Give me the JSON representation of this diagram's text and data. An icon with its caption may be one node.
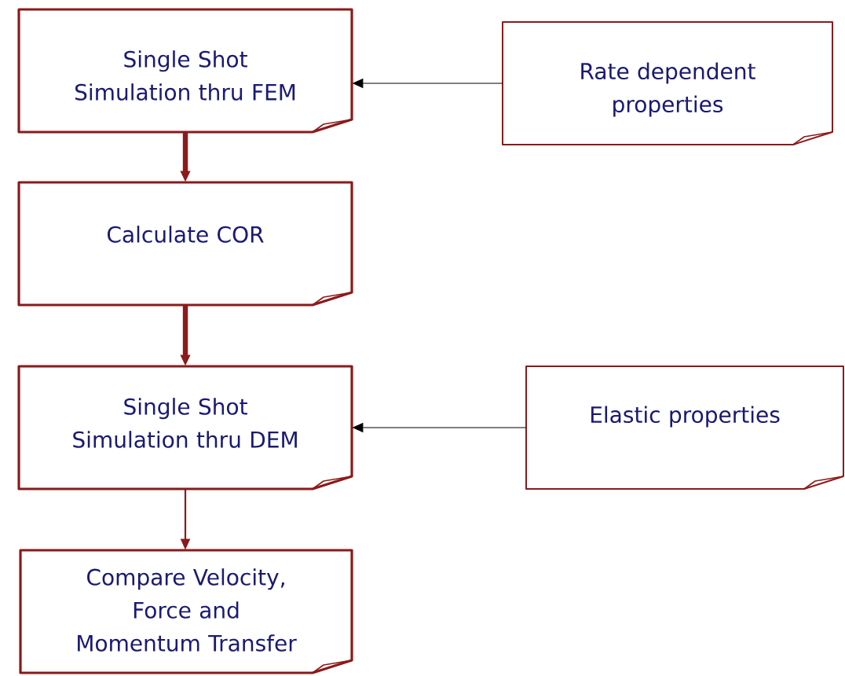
{
  "diagram": {
    "nodes": [
      {
        "text": [
          "Single Shot Simulation thru FEM"
        ]
      },
      {
        "text": [
          "Rate dependent properties"
        ]
      },
      {
        "text": [
          "Calculate  COR"
        ]
      },
      {
        "text": [
          "Single Shot Simulation thru DEM"
        ]
      },
      {
        "text": [
          "Elastic properties"
        ]
      },
      {
        "text": [
          "Compare Velocity, Force and Momentum Transfer"
        ]
      }
    ],
    "edges": [
      {
        "from": 1,
        "to": 0,
        "arrow": "to",
        "color": "#000000"
      },
      {
        "from": 0,
        "to": 2,
        "arrow": "to",
        "style": "thick"
      },
      {
        "from": 2,
        "to": 3,
        "arrow": "to",
        "style": "thick"
      },
      {
        "from": 4,
        "to": 3,
        "arrow": "to",
        "color": "#000000"
      },
      {
        "from": 3,
        "to": 5,
        "arrow": "to"
      }
    ]
  }
}
